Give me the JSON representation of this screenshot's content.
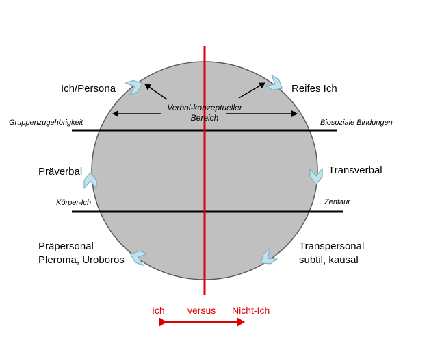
{
  "labels": {
    "ich_persona": "Ich/Persona",
    "reifes_ich": "Reifes Ich",
    "verbal_line1": "Verbal-konzeptueller",
    "verbal_line2": "Bereich",
    "gruppen": "Gruppenzugehörigkeit",
    "biosozial": "Biosoziale Bindungen",
    "praeverbal": "Präverbal",
    "transverbal": "Transverbal",
    "koerper_ich": "Körper-Ich",
    "zentaur": "Zentaur",
    "praepersonal_line1": "Präpersonal",
    "praepersonal_line2": "Pleroma, Uroboros",
    "transpersonal_line1": "Transpersonal",
    "transpersonal_line2": "subtil, kausal"
  },
  "axis": {
    "ich": "Ich",
    "versus": "versus",
    "nicht_ich": "Nicht-Ich"
  },
  "colors": {
    "circle_fill": "#c0c0c0",
    "circle_stroke": "#5a5a5a",
    "axis_red": "#e00000",
    "flow_arrow_fill": "#bfe3ec",
    "flow_arrow_stroke": "#7fb0c4",
    "line_black": "#000000"
  }
}
